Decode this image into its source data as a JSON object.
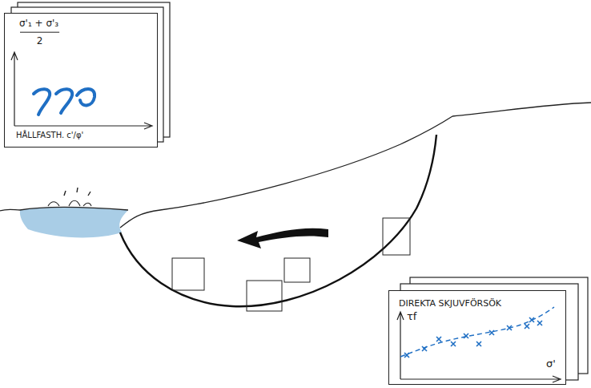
{
  "diagram": {
    "nodes": [
      {
        "text": [
          "σ'₁ + σ'₃",
          "2",
          "HÅLLFASTH. c'/φ'"
        ]
      },
      {
        "text": [
          "DIREKTA SKJUVFÖRSÖK",
          "τf",
          "σ'"
        ]
      }
    ]
  }
}
